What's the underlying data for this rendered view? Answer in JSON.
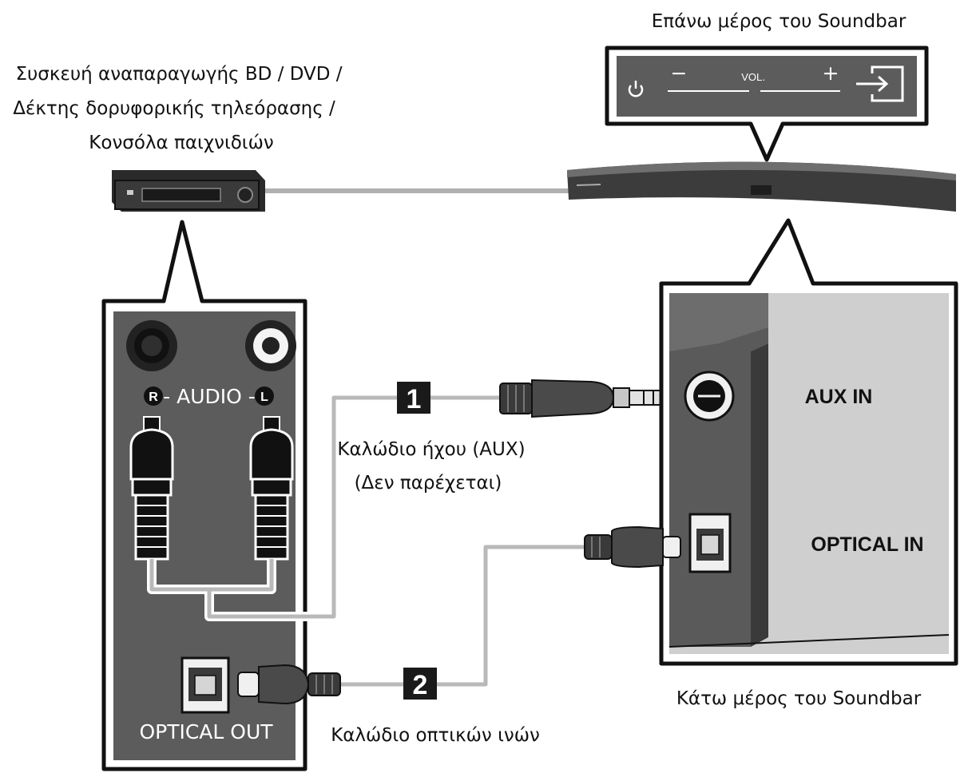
{
  "labels": {
    "soundbar_top": "Επάνω μέρος του Soundbar",
    "source_line1": "Συσκευή αναπαραγωγής BD / DVD /",
    "source_line2": "Δέκτης δορυφορικής τηλεόρασης /",
    "source_line3": "Κονσόλα παιχνιδιών",
    "vol": "VOL.",
    "vol_minus": "−",
    "vol_plus": "+",
    "audio_r": "R",
    "audio_mid": "- AUDIO -",
    "audio_l": "L",
    "cable1_num": "1",
    "cable1_line1": "Καλώδιο ήχου (AUX)",
    "cable1_line2": "(Δεν παρέχεται)",
    "aux_in": "AUX IN",
    "optical_in": "OPTICAL IN",
    "cable2_num": "2",
    "optical_out": "OPTICAL OUT",
    "cable2_label": "Καλώδιο οπτικών ινών",
    "soundbar_bottom": "Κάτω μέρος του Soundbar"
  },
  "icons": [
    "power-icon",
    "source-input-icon"
  ],
  "colors": {
    "panel": "#5c5c5c",
    "panel_dark": "#3f3f3f",
    "cable": "#b9b9b9",
    "badge": "#1a1a1a"
  }
}
